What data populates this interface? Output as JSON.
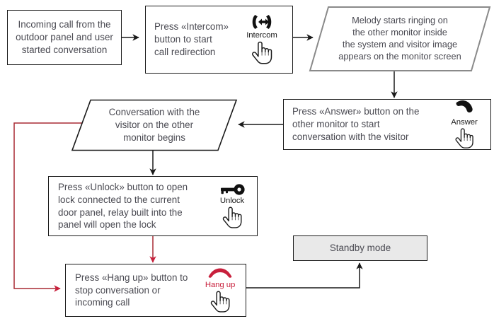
{
  "diagram": {
    "title": "Intercom call redirection flowchart",
    "colors": {
      "line_black": "#1a1a1a",
      "line_red": "#a92a34",
      "arrow_red": "#c8203c",
      "text_gray": "#4a4a52",
      "standby_fill": "#e9e9e9",
      "parallelogram_border": "#8a8a8a"
    },
    "nodes": {
      "incoming_call": {
        "shape": "rectangle",
        "text": "Incoming call from the\noutdoor panel and user\nstarted conversation"
      },
      "press_intercom": {
        "shape": "rectangle",
        "text": "Press «Intercom»\nbutton to start\ncall redirection",
        "button_label": "Intercom",
        "button_icon": "intercom-icon",
        "hand_icon": "hand-pointer-icon"
      },
      "melody_ringing": {
        "shape": "parallelogram",
        "text": "Melody starts ringing on\nthe other monitor inside\nthe system and visitor image\nappears on the monitor screen"
      },
      "press_answer": {
        "shape": "rectangle",
        "text": "Press «Answer» button on the\nother monitor to start\nconversation with the visitor",
        "button_label": "Answer",
        "button_icon": "handset-answer-icon",
        "hand_icon": "hand-pointer-icon"
      },
      "conversation_begins": {
        "shape": "parallelogram",
        "text": "Conversation with the\nvisitor on the other\nmonitor begins"
      },
      "press_unlock": {
        "shape": "rectangle",
        "text": "Press «Unlock» button to open\nlock connected to the current\ndoor panel, relay built into the\npanel will open the lock",
        "button_label": "Unlock",
        "button_icon": "key-icon",
        "hand_icon": "hand-pointer-icon"
      },
      "press_hangup": {
        "shape": "rectangle",
        "text": "Press «Hang up» button to\nstop conversation or\nincoming call",
        "button_label": "Hang up",
        "button_icon": "handset-hangup-icon",
        "hand_icon": "hand-pointer-icon"
      },
      "standby_mode": {
        "shape": "rectangle-filled",
        "text": "Standby mode"
      }
    },
    "edges": [
      {
        "from": "incoming_call",
        "to": "press_intercom",
        "color": "#1a1a1a"
      },
      {
        "from": "press_intercom",
        "to": "melody_ringing",
        "color": "#1a1a1a"
      },
      {
        "from": "melody_ringing",
        "to": "press_answer",
        "color": "#1a1a1a"
      },
      {
        "from": "press_answer",
        "to": "conversation_begins",
        "color": "#1a1a1a"
      },
      {
        "from": "conversation_begins",
        "to": "press_unlock",
        "color": "#1a1a1a"
      },
      {
        "from": "press_unlock",
        "to": "press_hangup",
        "color": "#a92a34"
      },
      {
        "from": "conversation_begins",
        "to": "press_hangup",
        "color": "#a92a34"
      },
      {
        "from": "press_hangup",
        "to": "standby_mode",
        "color": "#1a1a1a"
      }
    ]
  }
}
